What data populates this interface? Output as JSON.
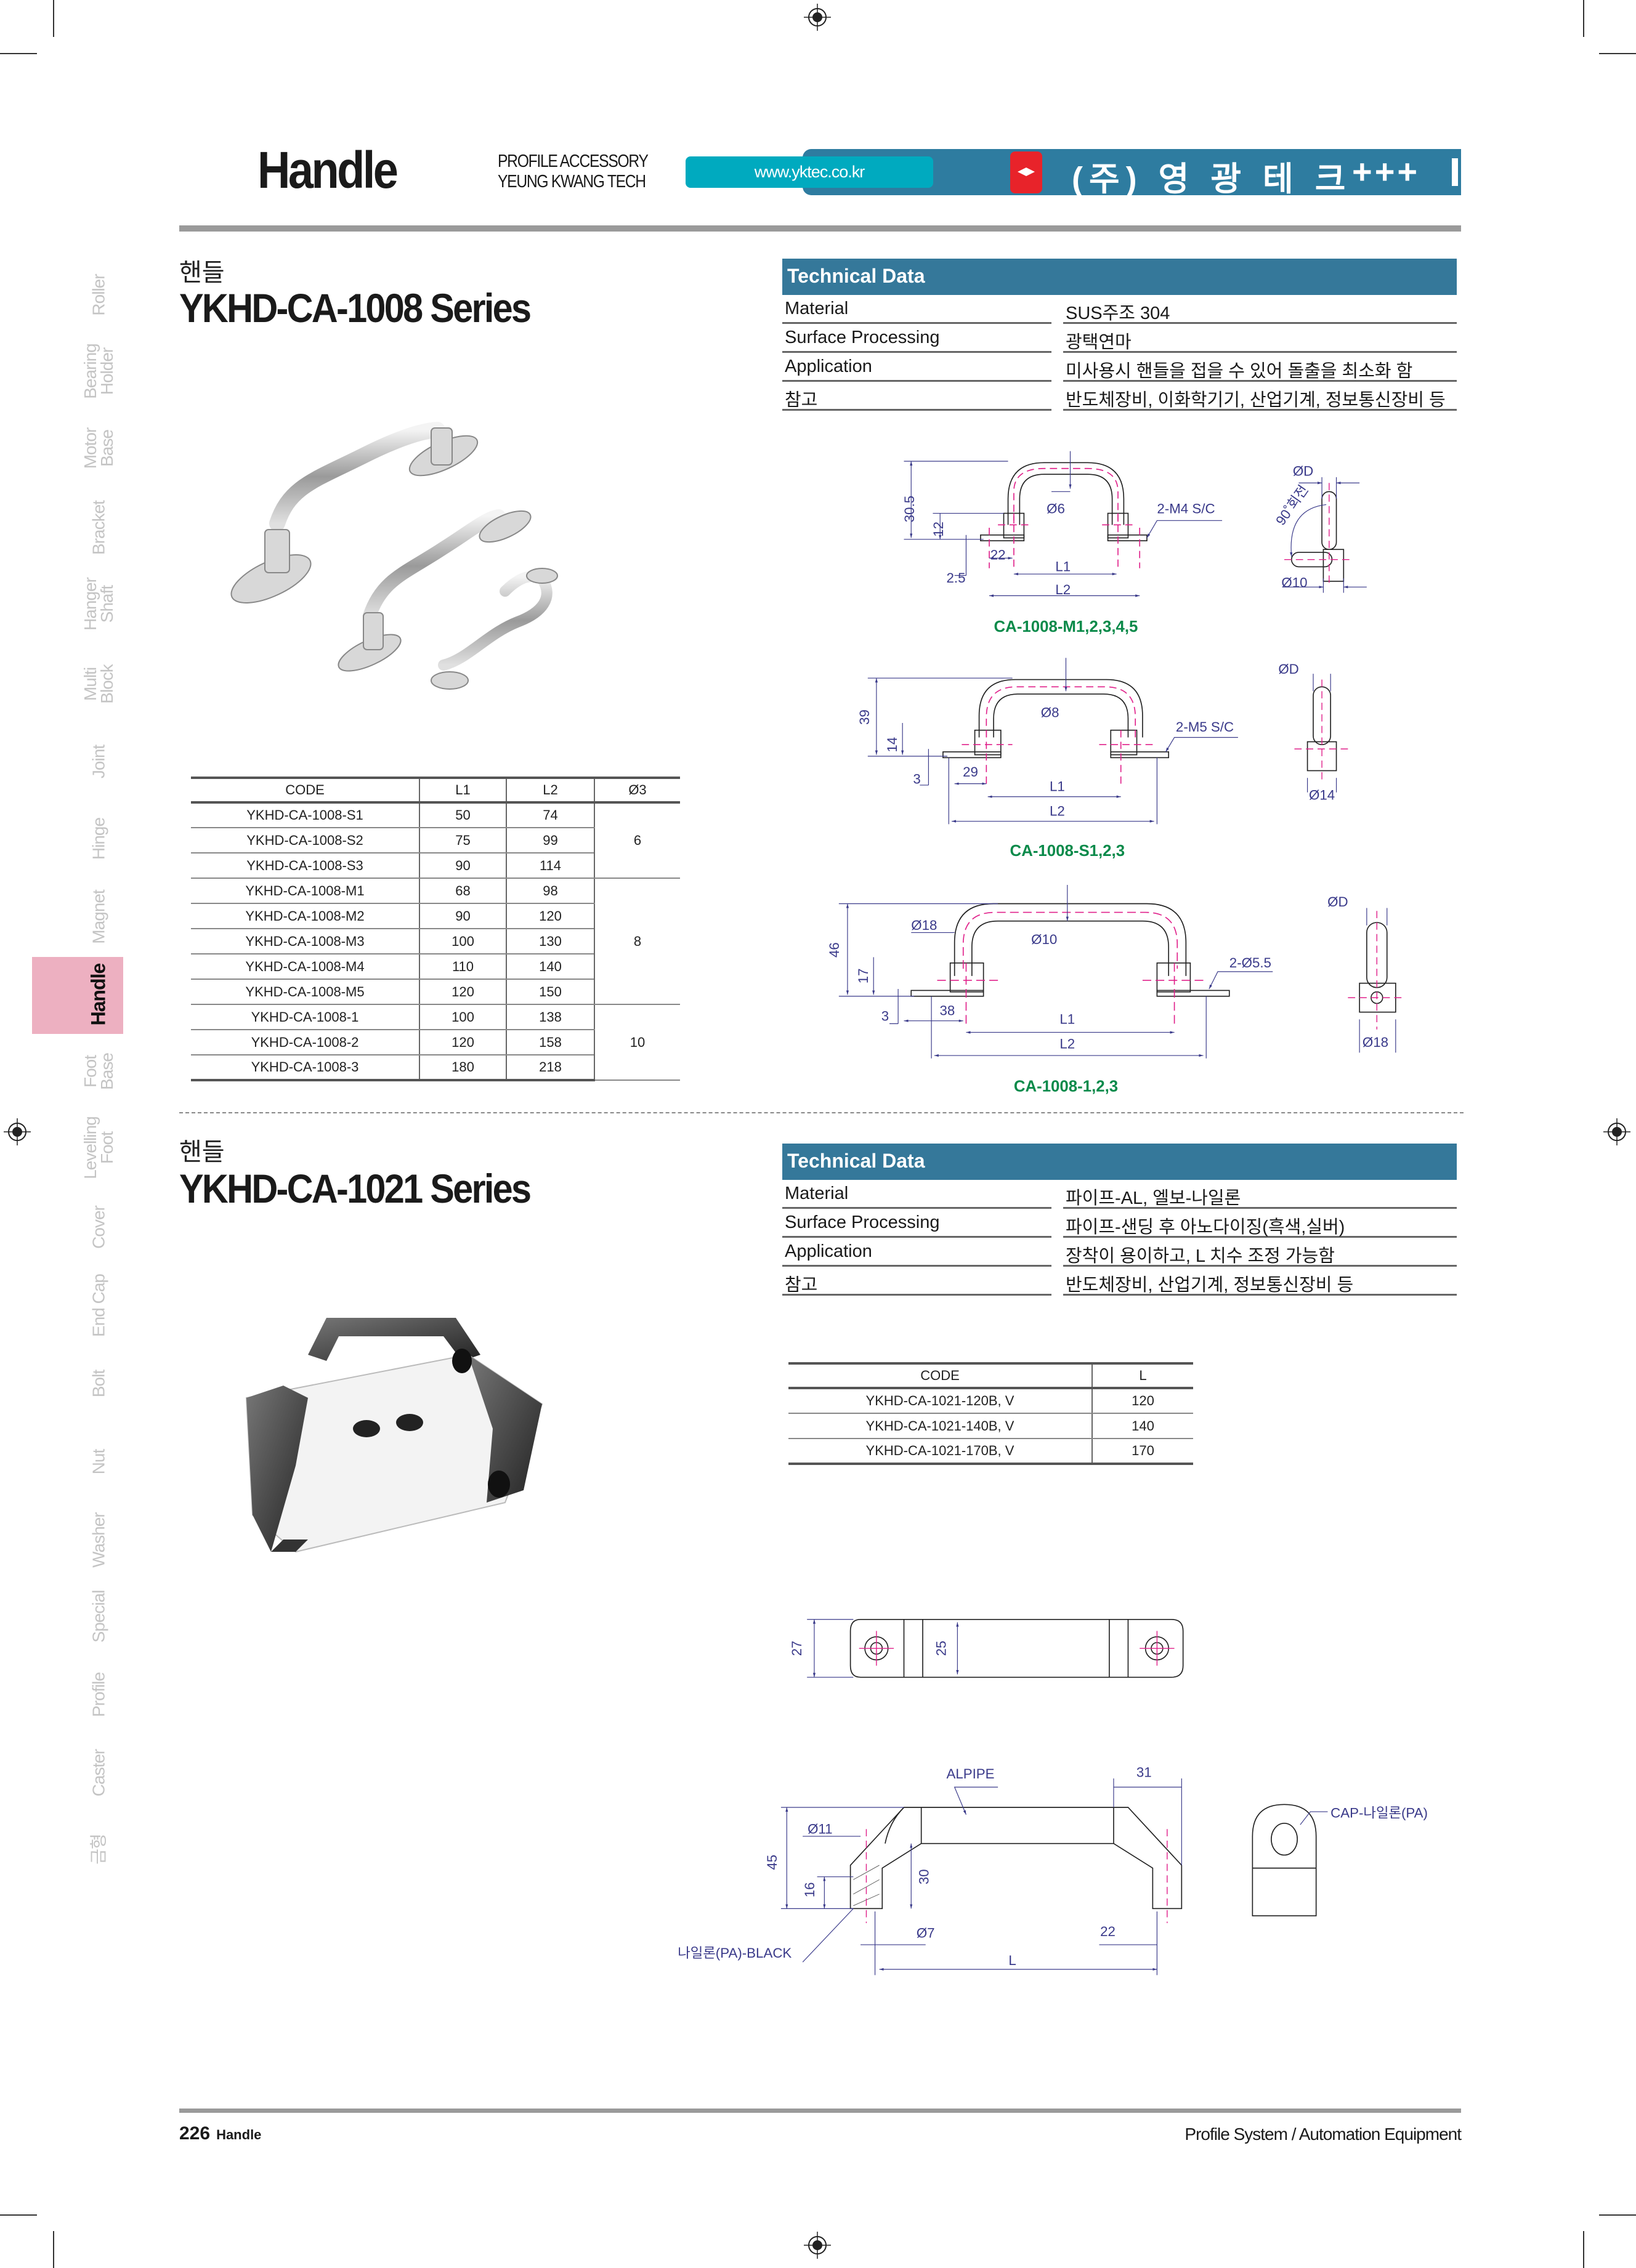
{
  "header": {
    "title": "Handle",
    "subtitle_line1": "PROFILE ACCESSORY",
    "subtitle_line2": "YEUNG KWANG TECH",
    "url": "www.yktec.co.kr",
    "company": "(주) 영 광 테 크",
    "plus": "+++",
    "bar_color": "#2e7ca0",
    "url_color": "#00aabf"
  },
  "side_tabs": [
    {
      "l1": "Roller",
      "l2": ""
    },
    {
      "l1": "Bearing",
      "l2": "Holder"
    },
    {
      "l1": "Motor",
      "l2": "Base"
    },
    {
      "l1": "Bracket",
      "l2": ""
    },
    {
      "l1": "Hanger",
      "l2": "Shaft"
    },
    {
      "l1": "Multi",
      "l2": "Block"
    },
    {
      "l1": "Joint",
      "l2": ""
    },
    {
      "l1": "Hinge",
      "l2": ""
    },
    {
      "l1": "Magnet",
      "l2": ""
    },
    {
      "l1": "Handle",
      "l2": ""
    },
    {
      "l1": "Foot",
      "l2": "Base"
    },
    {
      "l1": "Levelling",
      "l2": "Foot"
    },
    {
      "l1": "Cover",
      "l2": ""
    },
    {
      "l1": "End Cap",
      "l2": ""
    },
    {
      "l1": "Bolt",
      "l2": ""
    },
    {
      "l1": "Nut",
      "l2": ""
    },
    {
      "l1": "Washer",
      "l2": ""
    },
    {
      "l1": "Special",
      "l2": ""
    },
    {
      "l1": "Profile",
      "l2": ""
    },
    {
      "l1": "Caster",
      "l2": ""
    },
    {
      "l1": "금형",
      "l2": ""
    }
  ],
  "active_tab": "Handle",
  "section1": {
    "kr_title": "핸들",
    "title": "YKHD-CA-1008 Series",
    "tech": {
      "heading": "Technical Data",
      "rows": [
        {
          "label": "Material",
          "value": "SUS주조 304"
        },
        {
          "label": "Surface Processing",
          "value": "광택연마"
        },
        {
          "label": "Application",
          "value": "미사용시 핸들을 접을 수 있어 돌출을 최소화 함"
        },
        {
          "label": "참고",
          "value": "반도체장비, 이화학기기, 산업기계, 정보통신장비 등"
        }
      ]
    },
    "table": {
      "headers": [
        "CODE",
        "L1",
        "L2",
        "Ø3"
      ],
      "rows": [
        {
          "code": "YKHD-CA-1008-S1",
          "l1": "50",
          "l2": "74"
        },
        {
          "code": "YKHD-CA-1008-S2",
          "l1": "75",
          "l2": "99"
        },
        {
          "code": "YKHD-CA-1008-S3",
          "l1": "90",
          "l2": "114"
        },
        {
          "code": "YKHD-CA-1008-M1",
          "l1": "68",
          "l2": "98"
        },
        {
          "code": "YKHD-CA-1008-M2",
          "l1": "90",
          "l2": "120"
        },
        {
          "code": "YKHD-CA-1008-M3",
          "l1": "100",
          "l2": "130"
        },
        {
          "code": "YKHD-CA-1008-M4",
          "l1": "110",
          "l2": "140"
        },
        {
          "code": "YKHD-CA-1008-M5",
          "l1": "120",
          "l2": "150"
        },
        {
          "code": "YKHD-CA-1008-1",
          "l1": "100",
          "l2": "138"
        },
        {
          "code": "YKHD-CA-1008-2",
          "l1": "120",
          "l2": "158"
        },
        {
          "code": "YKHD-CA-1008-3",
          "l1": "180",
          "l2": "218"
        }
      ],
      "groups": [
        "6",
        "8",
        "10"
      ]
    },
    "drawings": {
      "m": {
        "caption": "CA-1008-M1,2,3,4,5",
        "h": "30.5",
        "h2": "12",
        "t": "2.5",
        "w": "22",
        "l1": "L1",
        "l2": "L2",
        "dia": "Ø6",
        "screw": "2-M4 S/C",
        "side_d": "ØD",
        "rot": "90˚회전",
        "side_dia": "Ø10"
      },
      "s": {
        "caption": "CA-1008-S1,2,3",
        "h": "39",
        "h2": "14",
        "t": "3",
        "w": "29",
        "l1": "L1",
        "l2": "L2",
        "dia": "Ø8",
        "screw": "2-M5 S/C",
        "side_d": "ØD",
        "side_dia": "Ø14"
      },
      "n": {
        "caption": "CA-1008-1,2,3",
        "h": "46",
        "h2": "17",
        "t": "3",
        "w": "38",
        "l1": "L1",
        "l2": "L2",
        "dia_outer": "Ø18",
        "dia": "Ø10",
        "screw": "2-Ø5.5",
        "side_d": "ØD",
        "side_dia": "Ø18"
      },
      "caption_color": "#0a8a4a"
    }
  },
  "section2": {
    "kr_title": "핸들",
    "title": "YKHD-CA-1021 Series",
    "tech": {
      "heading": "Technical Data",
      "rows": [
        {
          "label": "Material",
          "value": "파이프-AL, 엘보-나일론"
        },
        {
          "label": "Surface Processing",
          "value": "파이프-샌딩 후 아노다이징(흑색,실버)"
        },
        {
          "label": "Application",
          "value": "장착이 용이하고, L 치수 조정 가능함"
        },
        {
          "label": "참고",
          "value": "반도체장비, 산업기계, 정보통신장비 등"
        }
      ]
    },
    "table": {
      "headers": [
        "CODE",
        "L"
      ],
      "rows": [
        {
          "code": "YKHD-CA-1021-120B, V",
          "l": "120"
        },
        {
          "code": "YKHD-CA-1021-140B, V",
          "l": "140"
        },
        {
          "code": "YKHD-CA-1021-170B, V",
          "l": "170"
        }
      ]
    },
    "drawings": {
      "top_h": "27",
      "top_h2": "25",
      "pipe": "ALPIPE",
      "w31": "31",
      "d11": "Ø11",
      "h45": "45",
      "h16": "16",
      "h30": "30",
      "d7": "Ø7",
      "w22": "22",
      "l": "L",
      "nylon": "나일론(PA)-BLACK",
      "cap": "CAP-나일론(PA)"
    }
  },
  "footer": {
    "page": "226",
    "section": "Handle",
    "right": "Profile System / Automation Equipment"
  }
}
